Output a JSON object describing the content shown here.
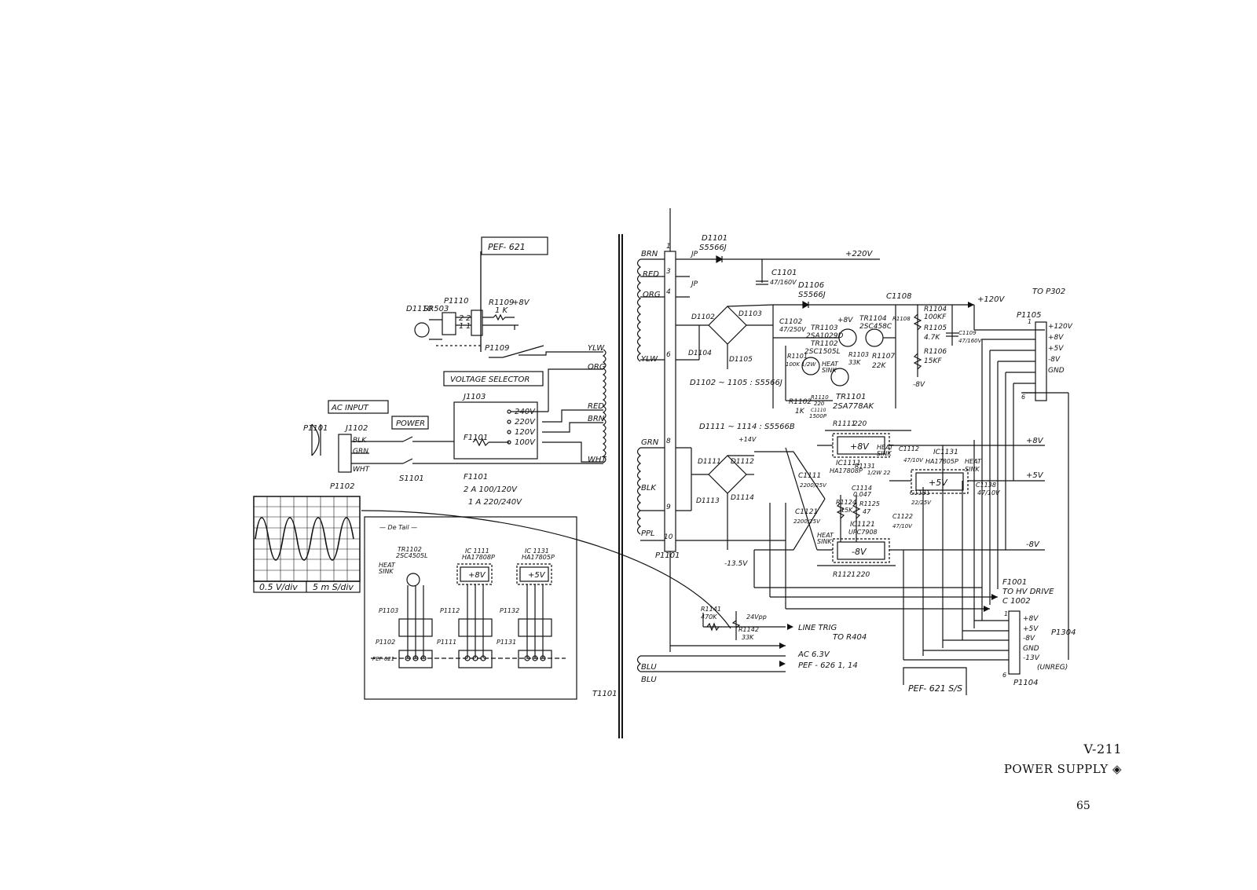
{
  "labels": {
    "pef621_top": "PEF- 621",
    "d1110": "D1110",
    "sr503": "SR503",
    "p1110": "P1110",
    "p1109": "P1109",
    "r1109": "R1109",
    "plus8v_small": "+8V",
    "r1109_val": "1 K",
    "pin2": "2",
    "pin1": "1",
    "pin2b": "2",
    "pin1b": "1",
    "voltage_selector": "VOLTAGE SELECTOR",
    "j1103": "J1103",
    "v240": "240V",
    "v220": "220V",
    "v120": "120V",
    "v100": "100V",
    "f1101_in": "F1101",
    "ac_input": "AC INPUT",
    "power": "POWER",
    "p1101": "P1101",
    "j1102": "J1102",
    "p1102": "P1102",
    "s1101": "S1101",
    "blk": "BLK",
    "grn": "GRN",
    "wht": "WHT",
    "ylw_l": "YLW",
    "org_l": "ORG",
    "red_l": "RED",
    "brn_l": "BRN",
    "wht_l": "WHT",
    "f1101_note1": "F1101",
    "f1101_note2": "2 A   100/120V",
    "f1101_note3": "1 A   220/240V",
    "scope_v": "0.5   V/div",
    "scope_t": "5 m   S/div",
    "detail_title": "— De Tail —",
    "tr1102": "TR1102",
    "tr1102_pn": "2SC4505L",
    "heat_sink": "HEAT",
    "heat_sink2": "SINK",
    "ic1111": "IC 1111",
    "ic1111_pn": "HA17808P",
    "plus8v_box": "+8V",
    "ic1131": "IC 1131",
    "ic1131_pn": "HA17805P",
    "plus5v_box": "+5V",
    "p1103": "P1103",
    "p1112": "P1112",
    "p1132": "P1132",
    "p1102b": "P1102",
    "p1111": "P1111",
    "p1131": "P1131",
    "pef621_small": "PEF-621",
    "t1101": "T1101",
    "brn_r": "BRN",
    "red_r": "RED",
    "org_r": "ORG",
    "ylw_r": "YLW",
    "grn_r": "GRN",
    "blk_r": "BLK",
    "ppl_r": "PPL",
    "blu1": "BLU",
    "blu2": "BLU",
    "n1": "1",
    "n3": "3",
    "n4": "4",
    "n6": "6",
    "n8": "8",
    "n9": "9",
    "n10": "10",
    "p1101_r": "P1101",
    "d1101": "D1101",
    "d1101_pn": "S5566J",
    "jp1": "JP",
    "jp2": "JP",
    "plus220v": "+220V",
    "c1101": "C1101",
    "c1101_val": "47/160V",
    "d1106": "D1106",
    "d1106_pn": "S5566J",
    "c1108": "C1108",
    "plus120v": "+120V",
    "d1102": "D1102",
    "d1103": "D1103",
    "d1104": "D1104",
    "d1105": "D1105",
    "c1102": "C1102",
    "c1102_val": "47/250V",
    "tr1103": "TR1103",
    "tr1103_pn": "2SA1029D",
    "plus8v_tr": "+8V",
    "tr1104": "TR1104",
    "tr1104_pn": "2SC458C",
    "tr1102_r": "TR1102",
    "tr1102_rpn": "2SC1505L",
    "r1101": "R1101",
    "r1101_val": "100K 1/2W",
    "r1103": "R1103",
    "r1103_val": "33K",
    "heat_r": "HEAT",
    "sink_r": "SINK",
    "r1107": "R1107",
    "r1107_val": "22K",
    "r1108": "R1108",
    "r1104": "R1104",
    "r1104_val": "100KF",
    "r1105": "R1105",
    "r1105_val": "4.7K",
    "r1106": "R1106",
    "r1106_val": "15KF",
    "c1109": "C1109",
    "c1109_val": "47/160V",
    "minus8v_small": "-8V",
    "d_range": "D1102 ~ 1105 : S5566J",
    "r1102": "R1102",
    "r1102_val": "1K",
    "r1110": "R1110",
    "r1110_val": "220",
    "c1110": "C1110",
    "c1110_val": "1500P",
    "tr1101": "TR1101",
    "tr1101_pn": "2SA778AK",
    "to_p302": "TO P302",
    "p1105": "P1105",
    "p_120": "+120V",
    "p_8": "+8V",
    "p_5": "+5V",
    "p_m8": "-8V",
    "p_gnd": "GND",
    "p1_a": "1",
    "p6_a": "6",
    "d1111_range": "D1111 ~ 1114 : S5566B",
    "plus14v": "+14V",
    "d1111": "D1111",
    "d1112": "D1112",
    "d1113": "D1113",
    "d1114": "D1114",
    "r1111": "R1111",
    "r1111_val": "220",
    "ic1111_r": "IC1111",
    "ic1111_rpn": "HA17808P",
    "box8v": "+8V",
    "heat2": "HEAT",
    "sink2": "SINK",
    "c1112": "C1112",
    "c1112_val": "47/10V",
    "ic1131_r": "IC1131",
    "ic1131_rpn": "HA17805P",
    "heat3": "HEAT",
    "sink3": "SINK",
    "plus8v_out": "+8V",
    "plus5v_out": "+5V",
    "minus8v_out": "-8V",
    "c1111": "C1111",
    "c1111_val": "2200/25V",
    "r1131": "R1131",
    "r1131_val": "1/2W 22",
    "c1114": "C1114",
    "c1114_val": "0.047",
    "box5v": "+5V",
    "c1131": "C1131",
    "c1131_val": "22/25V",
    "c1138": "C1138",
    "c1138_val": "47/10V",
    "r1124": "R1124",
    "r1124_val": "15K",
    "r1125": "R1125",
    "r1125_val": "47",
    "c1121": "C1121",
    "c1121_val": "2200/25V",
    "c1122": "C1122",
    "c1122_val": "47/10V",
    "ic1121": "IC1121",
    "ic1121_pn": "UPC7908",
    "heat4": "HEAT",
    "sink4": "SINK",
    "boxm8v": "-8V",
    "r1121": "R1121",
    "r1121_val": "220",
    "minus13v": "-13.5V",
    "f1001": "F1001",
    "to_hv": "TO HV DRIVE",
    "c1002": "C 1002",
    "r1141": "R1141",
    "r1141_val": "470K",
    "r1142": "R1142",
    "r1142_val": "33K",
    "v24pp": "24Vpp",
    "line_trig": "LINE TRIG",
    "to_r404": "TO R404",
    "ac63": "AC 6.3V",
    "pef626": "PEF - 626   1, 14",
    "p1304": "P1304",
    "q_8": "+8V",
    "q_5": "+5V",
    "q_m8": "-8V",
    "q_gnd": "GND",
    "q_m13": "-13V",
    "q_unreg": "(UNREG)",
    "q1": "1",
    "q6": "6",
    "p1104": "P1104",
    "pef621_bottom": "PEF- 621 S/S"
  },
  "footer": {
    "model": "V-211",
    "section": "POWER SUPPLY",
    "page": "65"
  }
}
